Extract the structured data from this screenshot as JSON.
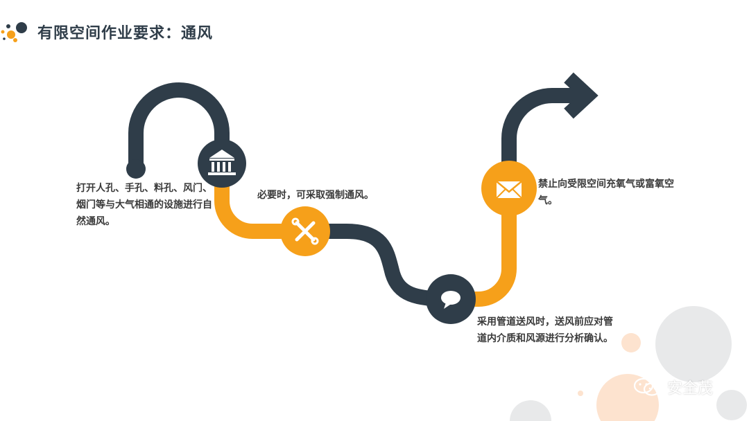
{
  "header": {
    "title": "有限空间作业要求：通风"
  },
  "steps": [
    {
      "text": "打开人孔、手孔、料孔、风门、烟门等与大气相通的设施进行自然通风。",
      "icon": "bank-icon"
    },
    {
      "text": "必要时，可采取强制通风。",
      "icon": "wrench-screwdriver-icon"
    },
    {
      "text": "采用管道送风时，送风前应对管道内介质和风源进行分析确认。",
      "icon": "chat-bubble-icon"
    },
    {
      "text": "禁止向受限空间充氧气或富氧空气。",
      "icon": "envelope-icon"
    }
  ],
  "watermark": {
    "text": "安全茂",
    "icon": "wechat-icon"
  },
  "colors": {
    "dark": "#2f3d49",
    "orange": "#f6a01a",
    "light_orange": "#fde3cf",
    "light_gray": "#e8e9ea"
  }
}
